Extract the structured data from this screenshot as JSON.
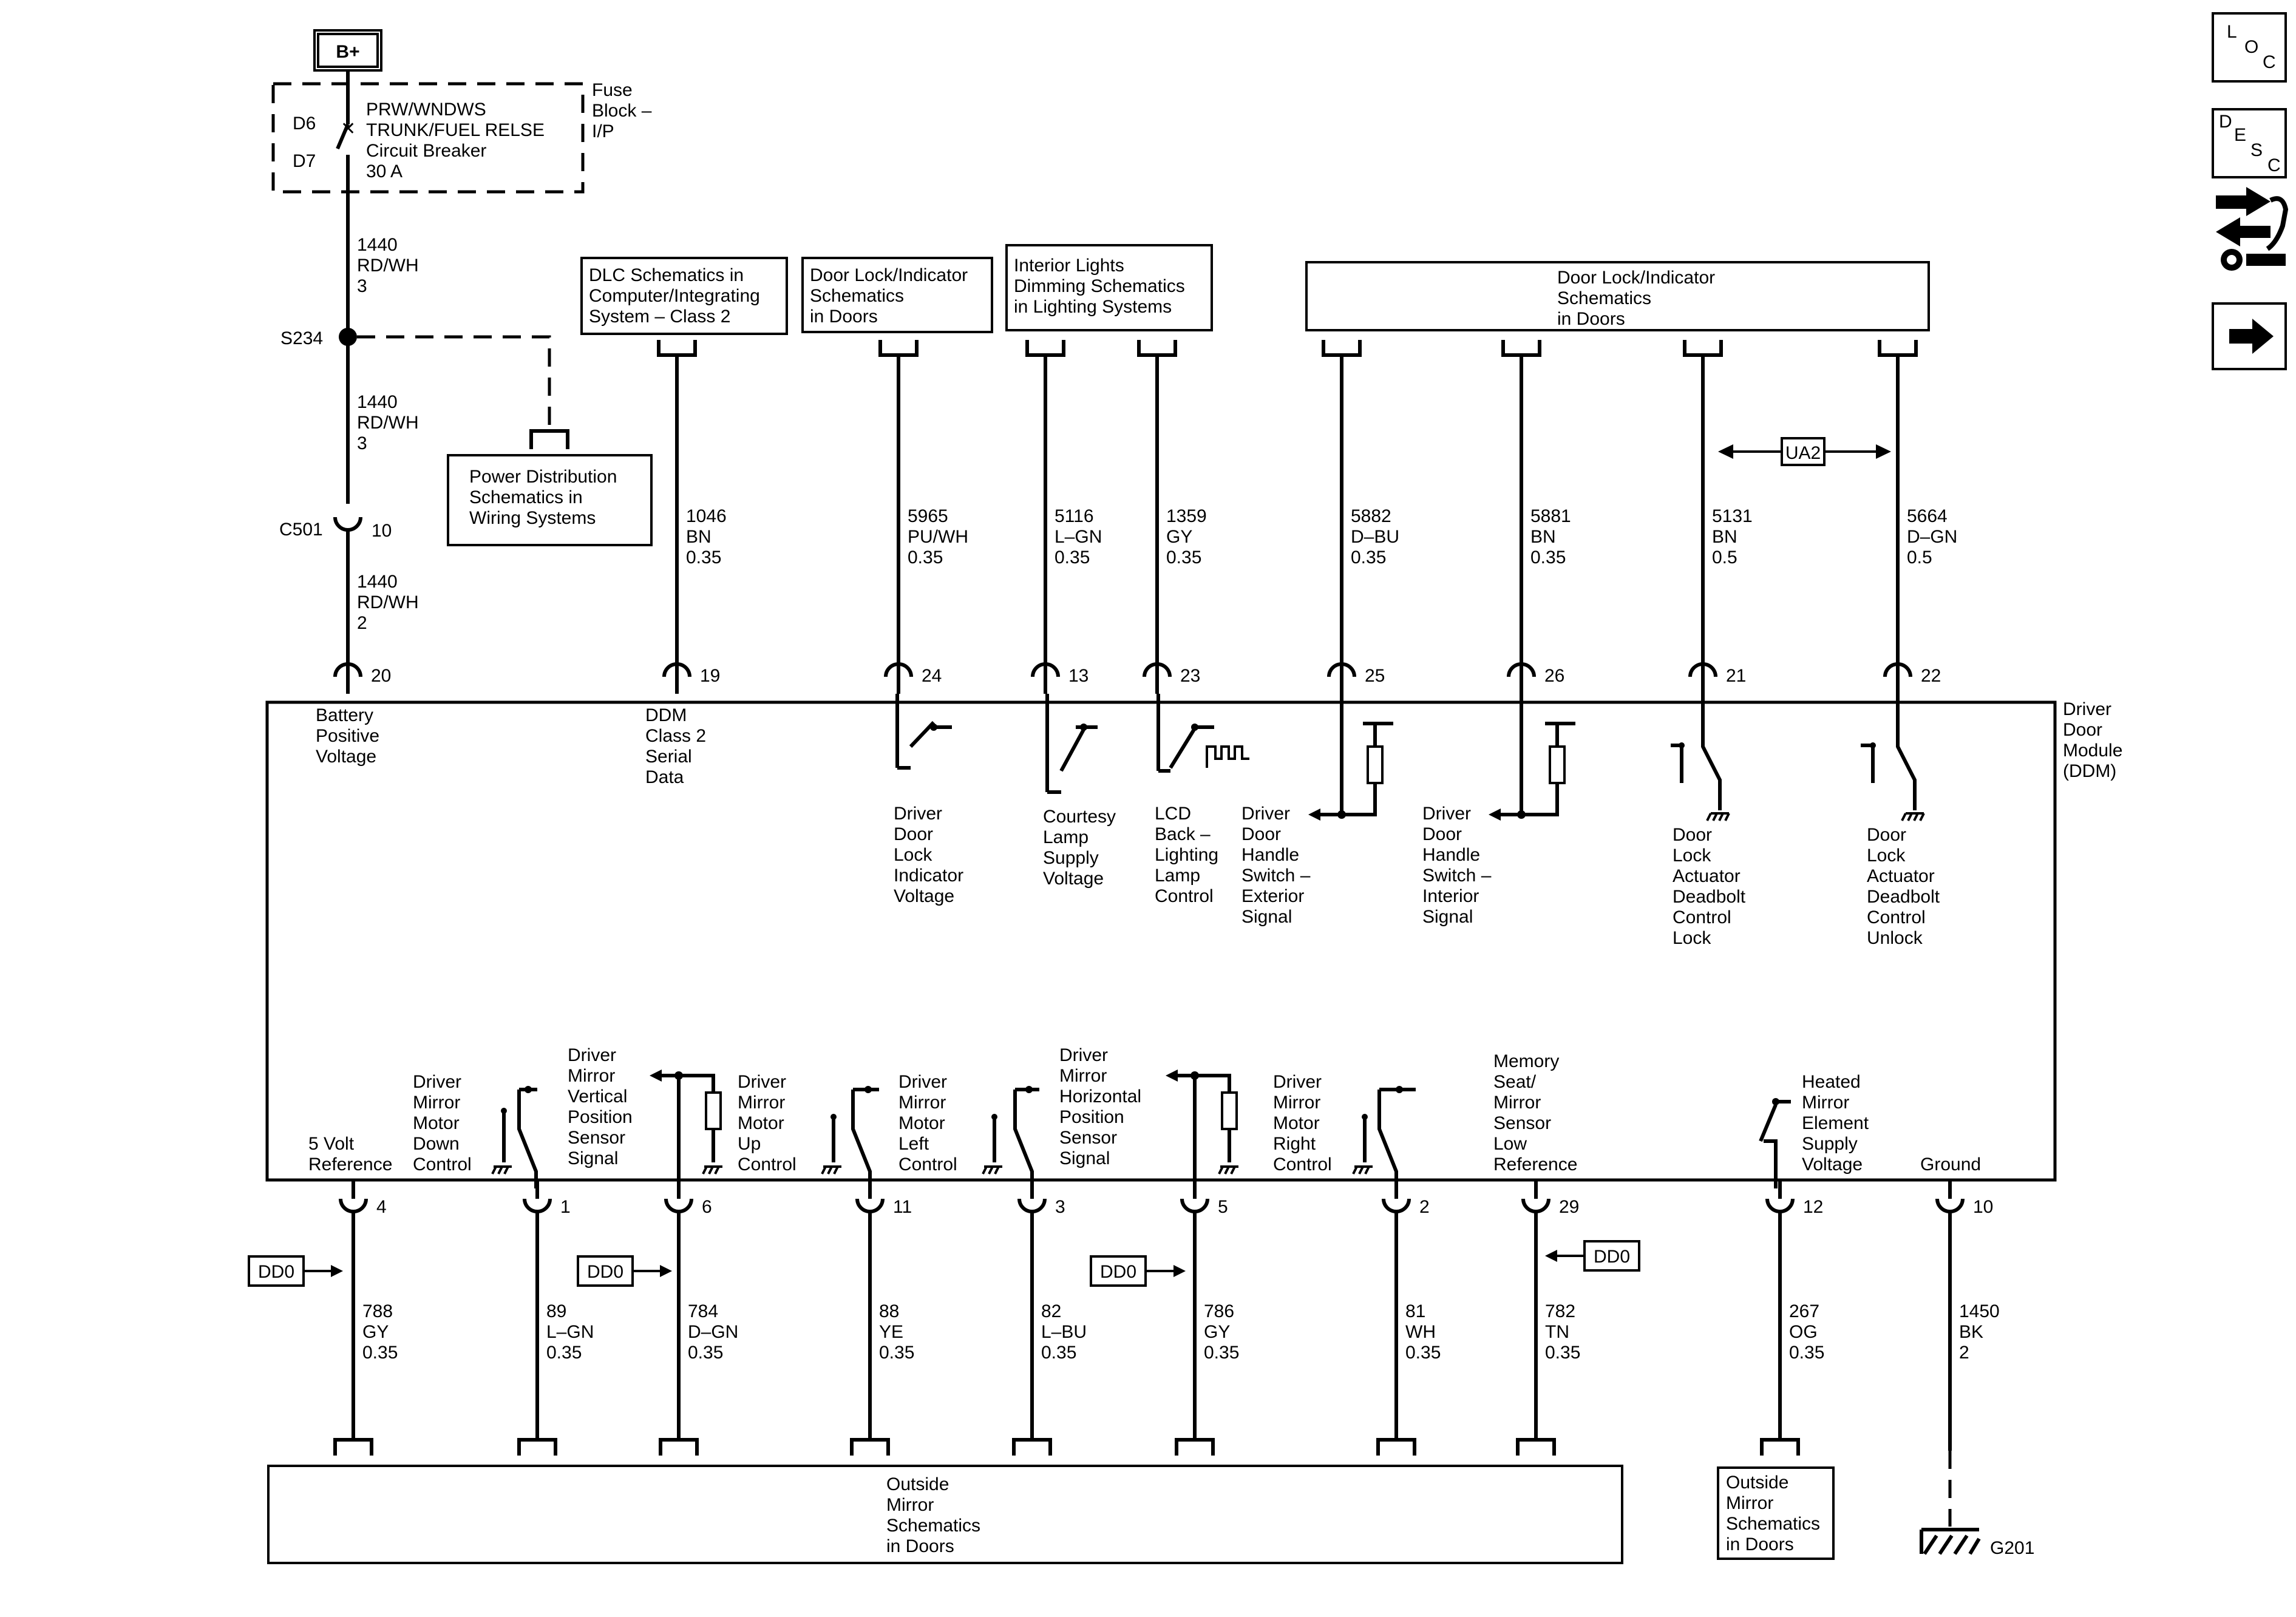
{
  "power": {
    "source": "B+",
    "fuse_lines": [
      "PRW/WNDWS",
      "TRUNK/FUEL RELSE",
      "Circuit Breaker",
      "30 A"
    ],
    "fuse_pins": [
      "D6",
      "D7"
    ],
    "fuse_block": [
      "Fuse",
      "Block –",
      "I/P"
    ],
    "wire_segments": [
      [
        "1440",
        "RD/WH",
        "3"
      ],
      [
        "1440",
        "RD/WH",
        "3"
      ],
      [
        "1440",
        "RD/WH",
        "2"
      ]
    ],
    "splice": "S234",
    "connector": "C501",
    "connector_pin": "10",
    "power_distribution_ref": [
      "Power Distribution",
      "Schematics in",
      "Wiring Systems"
    ]
  },
  "module": {
    "name": [
      "Driver",
      "Door",
      "Module",
      "(DDM)"
    ]
  },
  "top_refs": [
    {
      "lines": [
        "DLC Schematics in",
        "Computer/Integrating",
        "System – Class 2"
      ]
    },
    {
      "lines": [
        "Door Lock/Indicator",
        "Schematics",
        "in Doors"
      ]
    },
    {
      "lines": [
        "Interior Lights",
        "Dimming Schematics",
        "in Lighting Systems"
      ]
    },
    {
      "lines": [
        "Door Lock/Indicator",
        "Schematics",
        "in Doors"
      ]
    }
  ],
  "ua2": "UA2",
  "top_circuits": [
    {
      "pin": "20",
      "wire": [
        "",
        "",
        ""
      ],
      "label": [
        "Battery",
        "Positive",
        "Voltage"
      ]
    },
    {
      "pin": "19",
      "wire": [
        "1046",
        "BN",
        "0.35"
      ],
      "label": [
        "DDM",
        "Class 2",
        "Serial",
        "Data"
      ]
    },
    {
      "pin": "24",
      "wire": [
        "5965",
        "PU/WH",
        "0.35"
      ],
      "label": [
        "Driver",
        "Door",
        "Lock",
        "Indicator",
        "Voltage"
      ]
    },
    {
      "pin": "13",
      "wire": [
        "5116",
        "L–GN",
        "0.35"
      ],
      "label": [
        "Courtesy",
        "Lamp",
        "Supply",
        "Voltage"
      ]
    },
    {
      "pin": "23",
      "wire": [
        "1359",
        "GY",
        "0.35"
      ],
      "label": [
        "LCD",
        "Back –",
        "Lighting",
        "Lamp",
        "Control"
      ]
    },
    {
      "pin": "25",
      "wire": [
        "5882",
        "D–BU",
        "0.35"
      ],
      "label": [
        "Driver",
        "Door",
        "Handle",
        "Switch –",
        "Exterior",
        "Signal"
      ]
    },
    {
      "pin": "26",
      "wire": [
        "5881",
        "BN",
        "0.35"
      ],
      "label": [
        "Driver",
        "Door",
        "Handle",
        "Switch –",
        "Interior",
        "Signal"
      ]
    },
    {
      "pin": "21",
      "wire": [
        "5131",
        "BN",
        "0.5"
      ],
      "label": [
        "Door",
        "Lock",
        "Actuator",
        "Deadbolt",
        "Control",
        "Lock"
      ]
    },
    {
      "pin": "22",
      "wire": [
        "5664",
        "D–GN",
        "0.5"
      ],
      "label": [
        "Door",
        "Lock",
        "Actuator",
        "Deadbolt",
        "Control",
        "Unlock"
      ]
    }
  ],
  "bottom_circuits": [
    {
      "pin": "4",
      "wire": [
        "788",
        "GY",
        "0.35"
      ],
      "label": [
        "5 Volt",
        "Reference"
      ]
    },
    {
      "pin": "1",
      "wire": [
        "89",
        "L–GN",
        "0.35"
      ],
      "label": [
        "Driver",
        "Mirror",
        "Motor",
        "Down",
        "Control"
      ]
    },
    {
      "pin": "6",
      "wire": [
        "784",
        "D–GN",
        "0.35"
      ],
      "label": [
        "Driver",
        "Mirror",
        "Vertical",
        "Position",
        "Sensor",
        "Signal"
      ]
    },
    {
      "pin": "11",
      "wire": [
        "88",
        "YE",
        "0.35"
      ],
      "label": [
        "Driver",
        "Mirror",
        "Motor",
        "Up",
        "Control"
      ]
    },
    {
      "pin": "3",
      "wire": [
        "82",
        "L–BU",
        "0.35"
      ],
      "label": [
        "Driver",
        "Mirror",
        "Motor",
        "Left",
        "Control"
      ]
    },
    {
      "pin": "5",
      "wire": [
        "786",
        "GY",
        "0.35"
      ],
      "label": [
        "Driver",
        "Mirror",
        "Horizontal",
        "Position",
        "Sensor",
        "Signal"
      ]
    },
    {
      "pin": "2",
      "wire": [
        "81",
        "WH",
        "0.35"
      ],
      "label": [
        "Driver",
        "Mirror",
        "Motor",
        "Right",
        "Control"
      ]
    },
    {
      "pin": "29",
      "wire": [
        "782",
        "TN",
        "0.35"
      ],
      "label": [
        "Memory",
        "Seat/",
        "Mirror",
        "Sensor",
        "Low",
        "Reference"
      ]
    },
    {
      "pin": "12",
      "wire": [
        "267",
        "OG",
        "0.35"
      ],
      "label": [
        "Heated",
        "Mirror",
        "Element",
        "Supply",
        "Voltage"
      ]
    },
    {
      "pin": "10",
      "wire": [
        "1450",
        "BK",
        "2"
      ],
      "label": [
        "Ground"
      ]
    }
  ],
  "dd0": "DD0",
  "bottom_refs": [
    {
      "lines": [
        "Outside",
        "Mirror",
        "Schematics",
        "in Doors"
      ]
    },
    {
      "lines": [
        "Outside",
        "Mirror",
        "Schematics",
        "in Doors"
      ]
    }
  ],
  "ground": "G201",
  "side_icons": [
    {
      "name": "loc-icon",
      "letters": [
        "L",
        "O",
        "C"
      ]
    },
    {
      "name": "desc-icon",
      "letters": [
        "D",
        "E",
        "S",
        "C"
      ]
    },
    {
      "name": "tools-icon"
    },
    {
      "name": "next-arrow-icon"
    }
  ]
}
